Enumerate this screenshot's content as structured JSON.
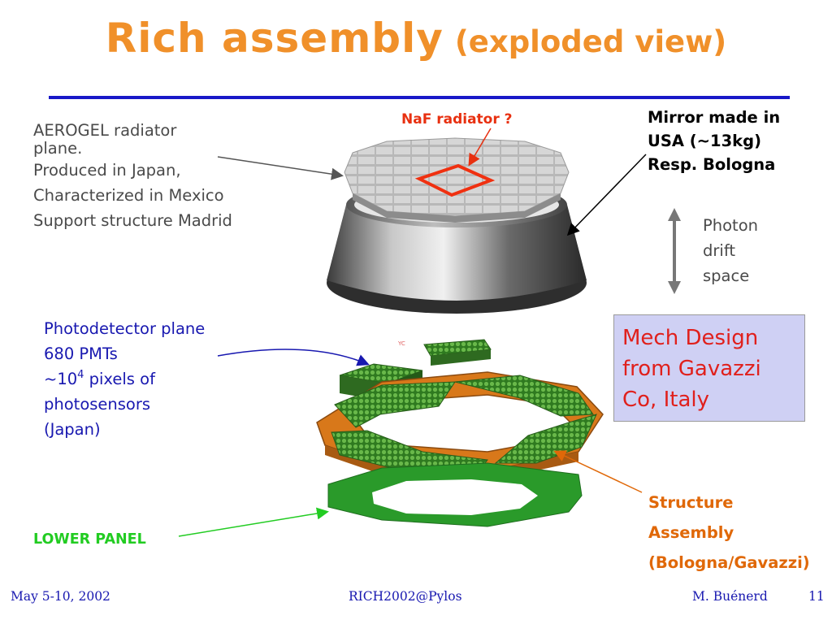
{
  "title": {
    "main": "Rich assembly",
    "sub": "(exploded view)"
  },
  "aerogel": {
    "lines": [
      "AEROGEL radiator",
      "plane.",
      "Produced in Japan,",
      "Characterized in Mexico",
      "Support structure Madrid"
    ]
  },
  "naf_label": "NaF radiator ?",
  "mirror": {
    "lines": [
      "Mirror made in",
      "USA (~13kg)",
      "Resp. Bologna"
    ]
  },
  "drift": {
    "lines": [
      "Photon",
      "drift",
      "space"
    ]
  },
  "photodetector": {
    "line1": "Photodetector plane",
    "line2": "680 PMTs",
    "line3_pre": "~10",
    "line3_sup": "4",
    "line3_post": " pixels of",
    "line4": "photosensors",
    "line5": "(Japan)"
  },
  "mech_design": {
    "lines": [
      "Mech Design",
      "from Gavazzi",
      "Co, Italy"
    ]
  },
  "structure": {
    "lines": [
      "Structure",
      "Assembly",
      "(Bologna/Gavazzi)"
    ]
  },
  "lower_panel": "LOWER PANEL",
  "pmt_tag": "YC",
  "footer": {
    "date": "May 5-10, 2002",
    "conference": "RICH2002@Pylos",
    "author": "M. Buénerd",
    "page": "11"
  },
  "colors": {
    "title": "#f0902a",
    "rule": "#1818c8",
    "naf": "#e83010",
    "mech_text": "#e0201c",
    "mech_bg": "#cfd0f4",
    "structure": "#e06808",
    "lower": "#22cc22",
    "pmt_green": "#3f9a2a",
    "frame_orange": "#e88a18",
    "panel_green": "#2a9a2a"
  }
}
